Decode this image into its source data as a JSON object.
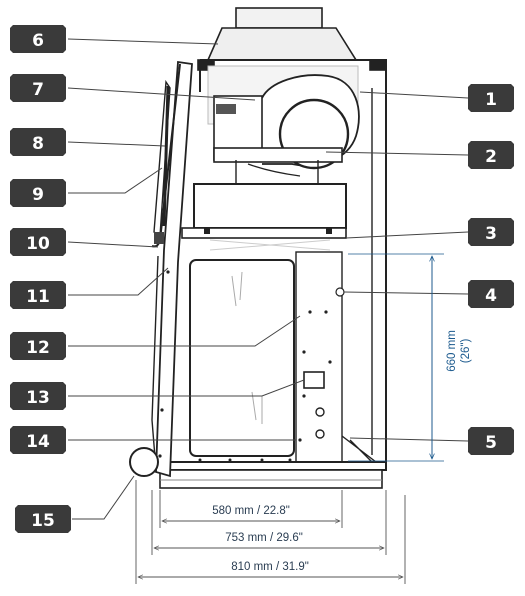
{
  "callouts": [
    {
      "number": "1"
    },
    {
      "number": "2"
    },
    {
      "number": "3"
    },
    {
      "number": "4"
    },
    {
      "number": "5"
    },
    {
      "number": "6"
    },
    {
      "number": "7"
    },
    {
      "number": "8"
    },
    {
      "number": "9"
    },
    {
      "number": "10"
    },
    {
      "number": "11"
    },
    {
      "number": "12"
    },
    {
      "number": "13"
    },
    {
      "number": "14"
    },
    {
      "number": "15"
    }
  ],
  "dimensions": {
    "width_inner": "580 mm / 22.8\"",
    "width_body": "753 mm / 29.6\"",
    "width_overall": "810 mm / 31.9\"",
    "height_mm": "660 mm",
    "height_in": "(26\")"
  },
  "colors": {
    "badge": "#3a3a3a",
    "vertical_dimension": "#1c5a8e",
    "housing_fill": "#eeeeee",
    "outline": "#222222"
  }
}
